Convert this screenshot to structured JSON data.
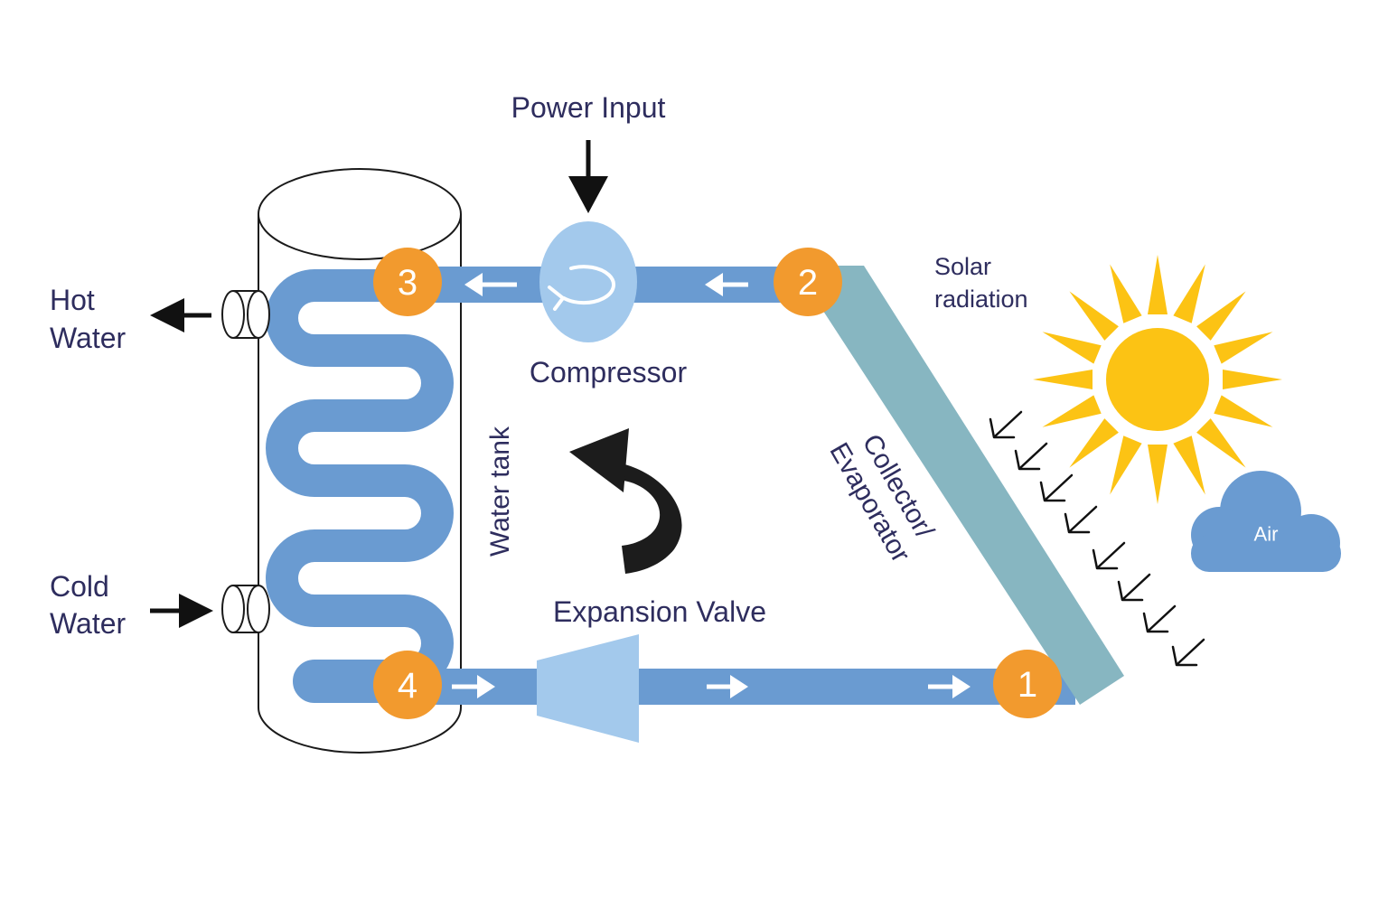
{
  "labels": {
    "power_input": "Power Input",
    "compressor": "Compressor",
    "hot_water_line1": "Hot",
    "hot_water_line2": "Water",
    "cold_water_line1": "Cold",
    "cold_water_line2": "Water",
    "water_tank": "Water tank",
    "expansion_valve": "Expansion Valve",
    "collector_line1": "Collector/",
    "collector_line2": "Evaporator",
    "solar_line1": "Solar",
    "solar_line2": "radiation",
    "air": "Air"
  },
  "stages": [
    "1",
    "2",
    "3",
    "4"
  ],
  "icons": {
    "sun": "sun-icon",
    "cloud": "cloud-icon",
    "cycle": "cycle-arrow-icon",
    "compressor": "rotate-icon"
  },
  "colors": {
    "pipe": "#6a9bd1",
    "compressor": "#a3c9ec",
    "valve": "#a3c9ec",
    "collector": "#87b6c1",
    "stage_marker": "#f29a2e",
    "sun": "#fcc314",
    "cloud": "#6a9bd1",
    "text": "#2e2d5e"
  }
}
